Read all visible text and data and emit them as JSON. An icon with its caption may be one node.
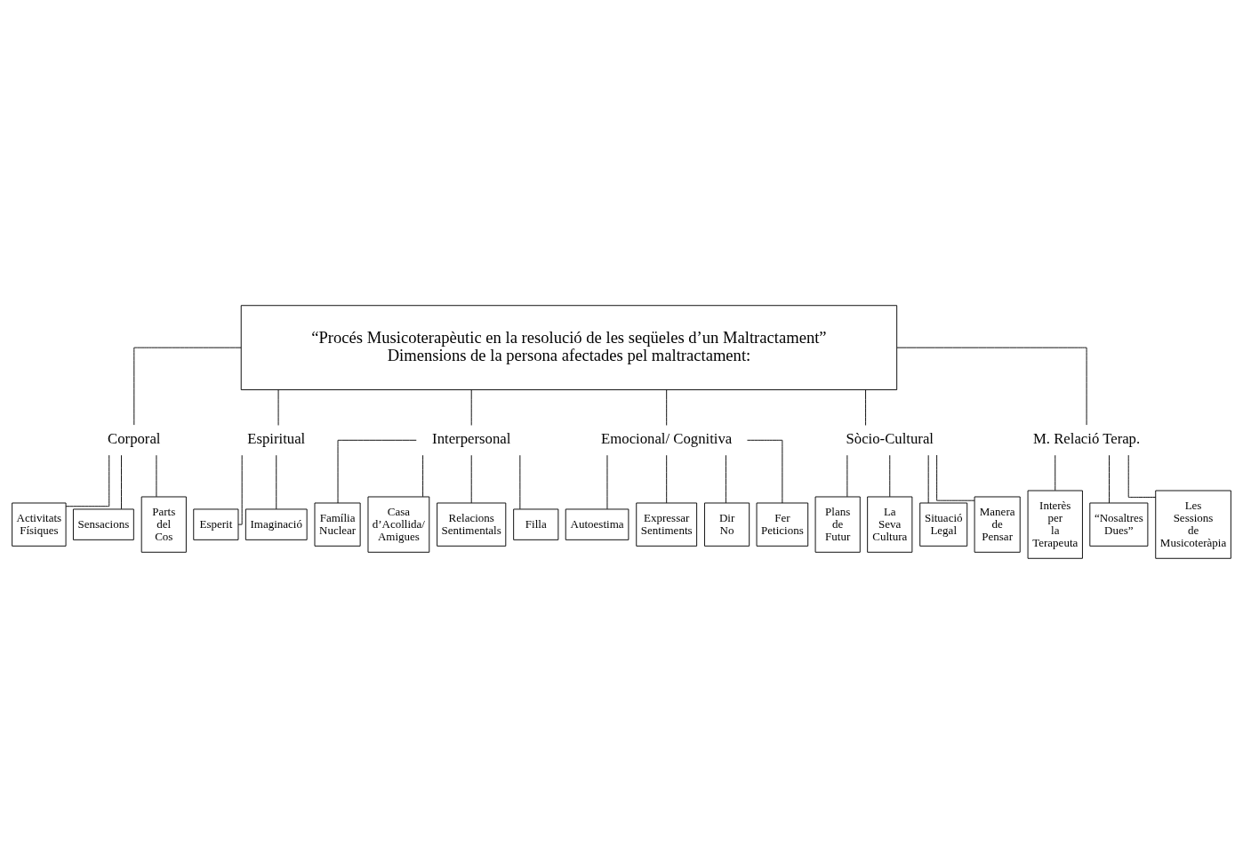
{
  "diagram": {
    "nodes": [
      {
        "text": [
          "“Procés Musicoterapèutic en la resolució de les seqüeles d’un Maltractament”",
          "Dimensions de la persona afectades pel maltractament:"
        ]
      },
      {
        "text": [
          "Corporal"
        ]
      },
      {
        "text": [
          "Espiritual"
        ]
      },
      {
        "text": [
          "Interpersonal"
        ]
      },
      {
        "text": [
          "Emocional/ Cognitiva"
        ]
      },
      {
        "text": [
          "Sòcio-Cultural"
        ]
      },
      {
        "text": [
          "M. Relació Terap."
        ]
      },
      {
        "text": [
          "Activitats Físiques"
        ]
      },
      {
        "text": [
          "Sensacions"
        ]
      },
      {
        "text": [
          "Parts del Cos"
        ]
      },
      {
        "text": [
          "Esperit"
        ]
      },
      {
        "text": [
          "Imaginació"
        ]
      },
      {
        "text": [
          "Família Nuclear"
        ]
      },
      {
        "text": [
          "Casa d’Acollida/ Amigues"
        ]
      },
      {
        "text": [
          "Relacions Sentimentals"
        ]
      },
      {
        "text": [
          "Filla"
        ]
      },
      {
        "text": [
          "Autoestima"
        ]
      },
      {
        "text": [
          "Expressar Sentiments"
        ]
      },
      {
        "text": [
          "Dir No"
        ]
      },
      {
        "text": [
          "Fer Peticions"
        ]
      },
      {
        "text": [
          "Plans de Futur"
        ]
      },
      {
        "text": [
          "La Seva Cultura"
        ]
      },
      {
        "text": [
          "Situació Legal"
        ]
      },
      {
        "text": [
          "Manera de Pensar"
        ]
      },
      {
        "text": [
          "Interès per la Terapeuta"
        ]
      },
      {
        "text": [
          "“Nosaltres Dues”"
        ]
      },
      {
        "text": [
          "Les Sessions de Musicoteràpia"
        ]
      }
    ],
    "edges": [
      {
        "from": 0,
        "to": 1,
        "arrow": "none"
      },
      {
        "from": 0,
        "to": 2,
        "arrow": "none"
      },
      {
        "from": 0,
        "to": 3,
        "arrow": "none"
      },
      {
        "from": 0,
        "to": 4,
        "arrow": "none"
      },
      {
        "from": 0,
        "to": 5,
        "arrow": "none"
      },
      {
        "from": 0,
        "to": 6,
        "arrow": "none"
      },
      {
        "from": 1,
        "to": 7,
        "arrow": "none"
      },
      {
        "from": 1,
        "to": 8,
        "arrow": "none"
      },
      {
        "from": 1,
        "to": 9,
        "arrow": "none"
      },
      {
        "from": 2,
        "to": 10,
        "arrow": "none"
      },
      {
        "from": 2,
        "to": 11,
        "arrow": "none"
      },
      {
        "from": 3,
        "to": 12,
        "arrow": "none"
      },
      {
        "from": 3,
        "to": 13,
        "arrow": "none"
      },
      {
        "from": 3,
        "to": 14,
        "arrow": "none"
      },
      {
        "from": 3,
        "to": 15,
        "arrow": "none"
      },
      {
        "from": 4,
        "to": 16,
        "arrow": "none"
      },
      {
        "from": 4,
        "to": 17,
        "arrow": "none"
      },
      {
        "from": 4,
        "to": 18,
        "arrow": "none"
      },
      {
        "from": 4,
        "to": 19,
        "arrow": "none"
      },
      {
        "from": 5,
        "to": 20,
        "arrow": "none"
      },
      {
        "from": 5,
        "to": 21,
        "arrow": "none"
      },
      {
        "from": 5,
        "to": 22,
        "arrow": "none"
      },
      {
        "from": 5,
        "to": 23,
        "arrow": "none"
      },
      {
        "from": 6,
        "to": 24,
        "arrow": "none"
      },
      {
        "from": 6,
        "to": 25,
        "arrow": "none"
      },
      {
        "from": 6,
        "to": 26,
        "arrow": "none"
      }
    ]
  }
}
